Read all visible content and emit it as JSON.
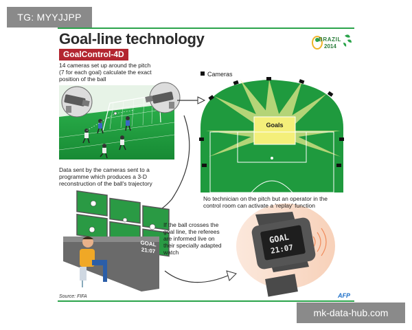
{
  "watermarks": {
    "top_left": "TG: MYYJJPP",
    "bottom_right": "mk-data-hub.com"
  },
  "header": {
    "title": "Goal-line technology",
    "subtitle": "GoalControl-4D",
    "logo_text": "BRAZIL",
    "logo_year": "2014"
  },
  "captions": {
    "cameras_line1": "14 cameras set up around the pitch",
    "cameras_line2": "(7 for each goal) calculate the exact",
    "cameras_line3": "position of the ball",
    "data_line1": "Data sent by the cameras sent to a",
    "data_line2": "programme which produces a 3-D",
    "data_line3": "reconstruction of the ball's trajectory",
    "tech_line1": "No technician on the pitch but an operator in the",
    "tech_line2": "control room can activate a 'replay' function",
    "ball_line1": "If the ball crosses the",
    "ball_line2": "goal line, the referees",
    "ball_line3": "are informed live on",
    "ball_line4": "their specially adapted",
    "ball_line5": "watch"
  },
  "legend": {
    "cameras": "Cameras"
  },
  "pitch": {
    "goals_label": "Goals"
  },
  "screen": {
    "line1": "GOAL",
    "line2": "21:07"
  },
  "watch": {
    "line1": "GOAL",
    "line2": "21:07"
  },
  "footer": {
    "source": "Source: FIFA",
    "credit": "AFP"
  },
  "colors": {
    "accent_green": "#2aa34a",
    "pitch_green": "#1f9a3e",
    "subtitle_red": "#b32630"
  }
}
